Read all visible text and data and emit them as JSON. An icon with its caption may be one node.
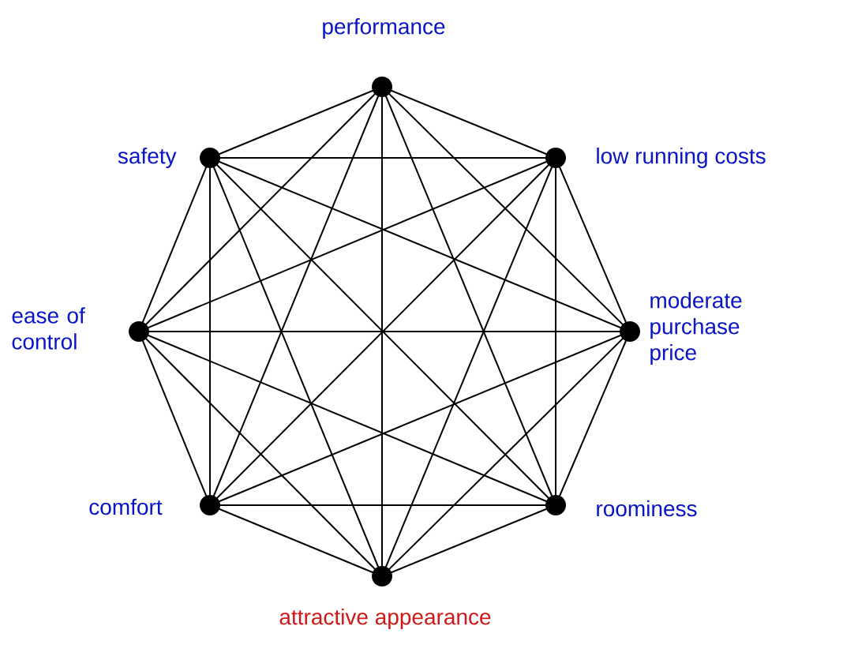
{
  "diagram": {
    "nodes": [
      {
        "text": [],
        "shape": "circle",
        "beside": [
          "performance"
        ]
      },
      {
        "text": [],
        "shape": "circle",
        "beside": [
          "safety"
        ]
      },
      {
        "text": [],
        "shape": "circle",
        "beside": [
          "low running costs"
        ]
      },
      {
        "text": [],
        "shape": "circle",
        "beside": [
          "ease of control"
        ]
      },
      {
        "text": [],
        "shape": "circle",
        "beside": [
          "moderate purchase price"
        ]
      },
      {
        "text": [],
        "shape": "circle",
        "beside": [
          "comfort"
        ]
      },
      {
        "text": [],
        "shape": "circle",
        "beside": [
          "roominess"
        ]
      },
      {
        "text": [],
        "shape": "circle",
        "beside": [
          "attractive appearance"
        ]
      }
    ],
    "edges": [
      {
        "from": 0,
        "to": 1,
        "arrow": "none"
      },
      {
        "from": 0,
        "to": 2,
        "arrow": "none"
      },
      {
        "from": 0,
        "to": 3,
        "arrow": "none"
      },
      {
        "from": 0,
        "to": 4,
        "arrow": "none"
      },
      {
        "from": 0,
        "to": 5,
        "arrow": "none"
      },
      {
        "from": 0,
        "to": 6,
        "arrow": "none"
      },
      {
        "from": 0,
        "to": 7,
        "arrow": "none"
      },
      {
        "from": 1,
        "to": 2,
        "arrow": "none"
      },
      {
        "from": 1,
        "to": 3,
        "arrow": "none"
      },
      {
        "from": 1,
        "to": 4,
        "arrow": "none"
      },
      {
        "from": 1,
        "to": 5,
        "arrow": "none"
      },
      {
        "from": 1,
        "to": 6,
        "arrow": "none"
      },
      {
        "from": 1,
        "to": 7,
        "arrow": "none"
      },
      {
        "from": 2,
        "to": 3,
        "arrow": "none"
      },
      {
        "from": 2,
        "to": 4,
        "arrow": "none"
      },
      {
        "from": 2,
        "to": 5,
        "arrow": "none"
      },
      {
        "from": 2,
        "to": 6,
        "arrow": "none"
      },
      {
        "from": 2,
        "to": 7,
        "arrow": "none"
      },
      {
        "from": 3,
        "to": 4,
        "arrow": "none"
      },
      {
        "from": 3,
        "to": 5,
        "arrow": "none"
      },
      {
        "from": 3,
        "to": 6,
        "arrow": "none"
      },
      {
        "from": 3,
        "to": 7,
        "arrow": "none"
      },
      {
        "from": 4,
        "to": 5,
        "arrow": "none"
      },
      {
        "from": 4,
        "to": 6,
        "arrow": "none"
      },
      {
        "from": 4,
        "to": 7,
        "arrow": "none"
      },
      {
        "from": 5,
        "to": 6,
        "arrow": "none"
      },
      {
        "from": 5,
        "to": 7,
        "arrow": "none"
      },
      {
        "from": 6,
        "to": 7,
        "arrow": "none"
      }
    ]
  }
}
